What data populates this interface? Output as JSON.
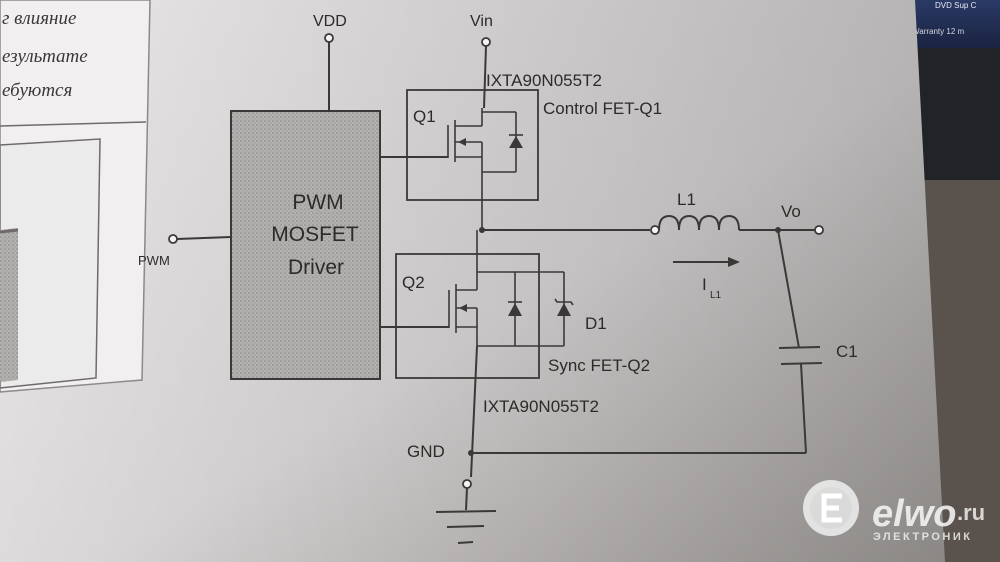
{
  "book_text": {
    "line1": "г влияние",
    "line2": "езультате",
    "line3": "ебуются"
  },
  "diagram": {
    "vdd": "VDD",
    "vin": "Vin",
    "pwm_in": "PWM",
    "driver": {
      "line1": "PWM",
      "line2": "MOSFET",
      "line3": "Driver"
    },
    "q1": {
      "label": "Q1",
      "part": "IXTA90N055T2",
      "desc": "Control FET-Q1"
    },
    "q2": {
      "label": "Q2",
      "part": "IXTA90N055T2",
      "desc": "Sync FET-Q2"
    },
    "d1": "D1",
    "l1": "L1",
    "current": {
      "main": "I",
      "sub": "L1"
    },
    "vo": "Vo",
    "c1": "C1",
    "gnd": "GND"
  },
  "screen": {
    "line1": "DVD Sup C",
    "line2": "Warranty 12 m"
  },
  "watermark": {
    "brand_main": "elwo",
    "brand_tld": ".ru",
    "tagline": "ЭЛЕКТРОНИК"
  }
}
